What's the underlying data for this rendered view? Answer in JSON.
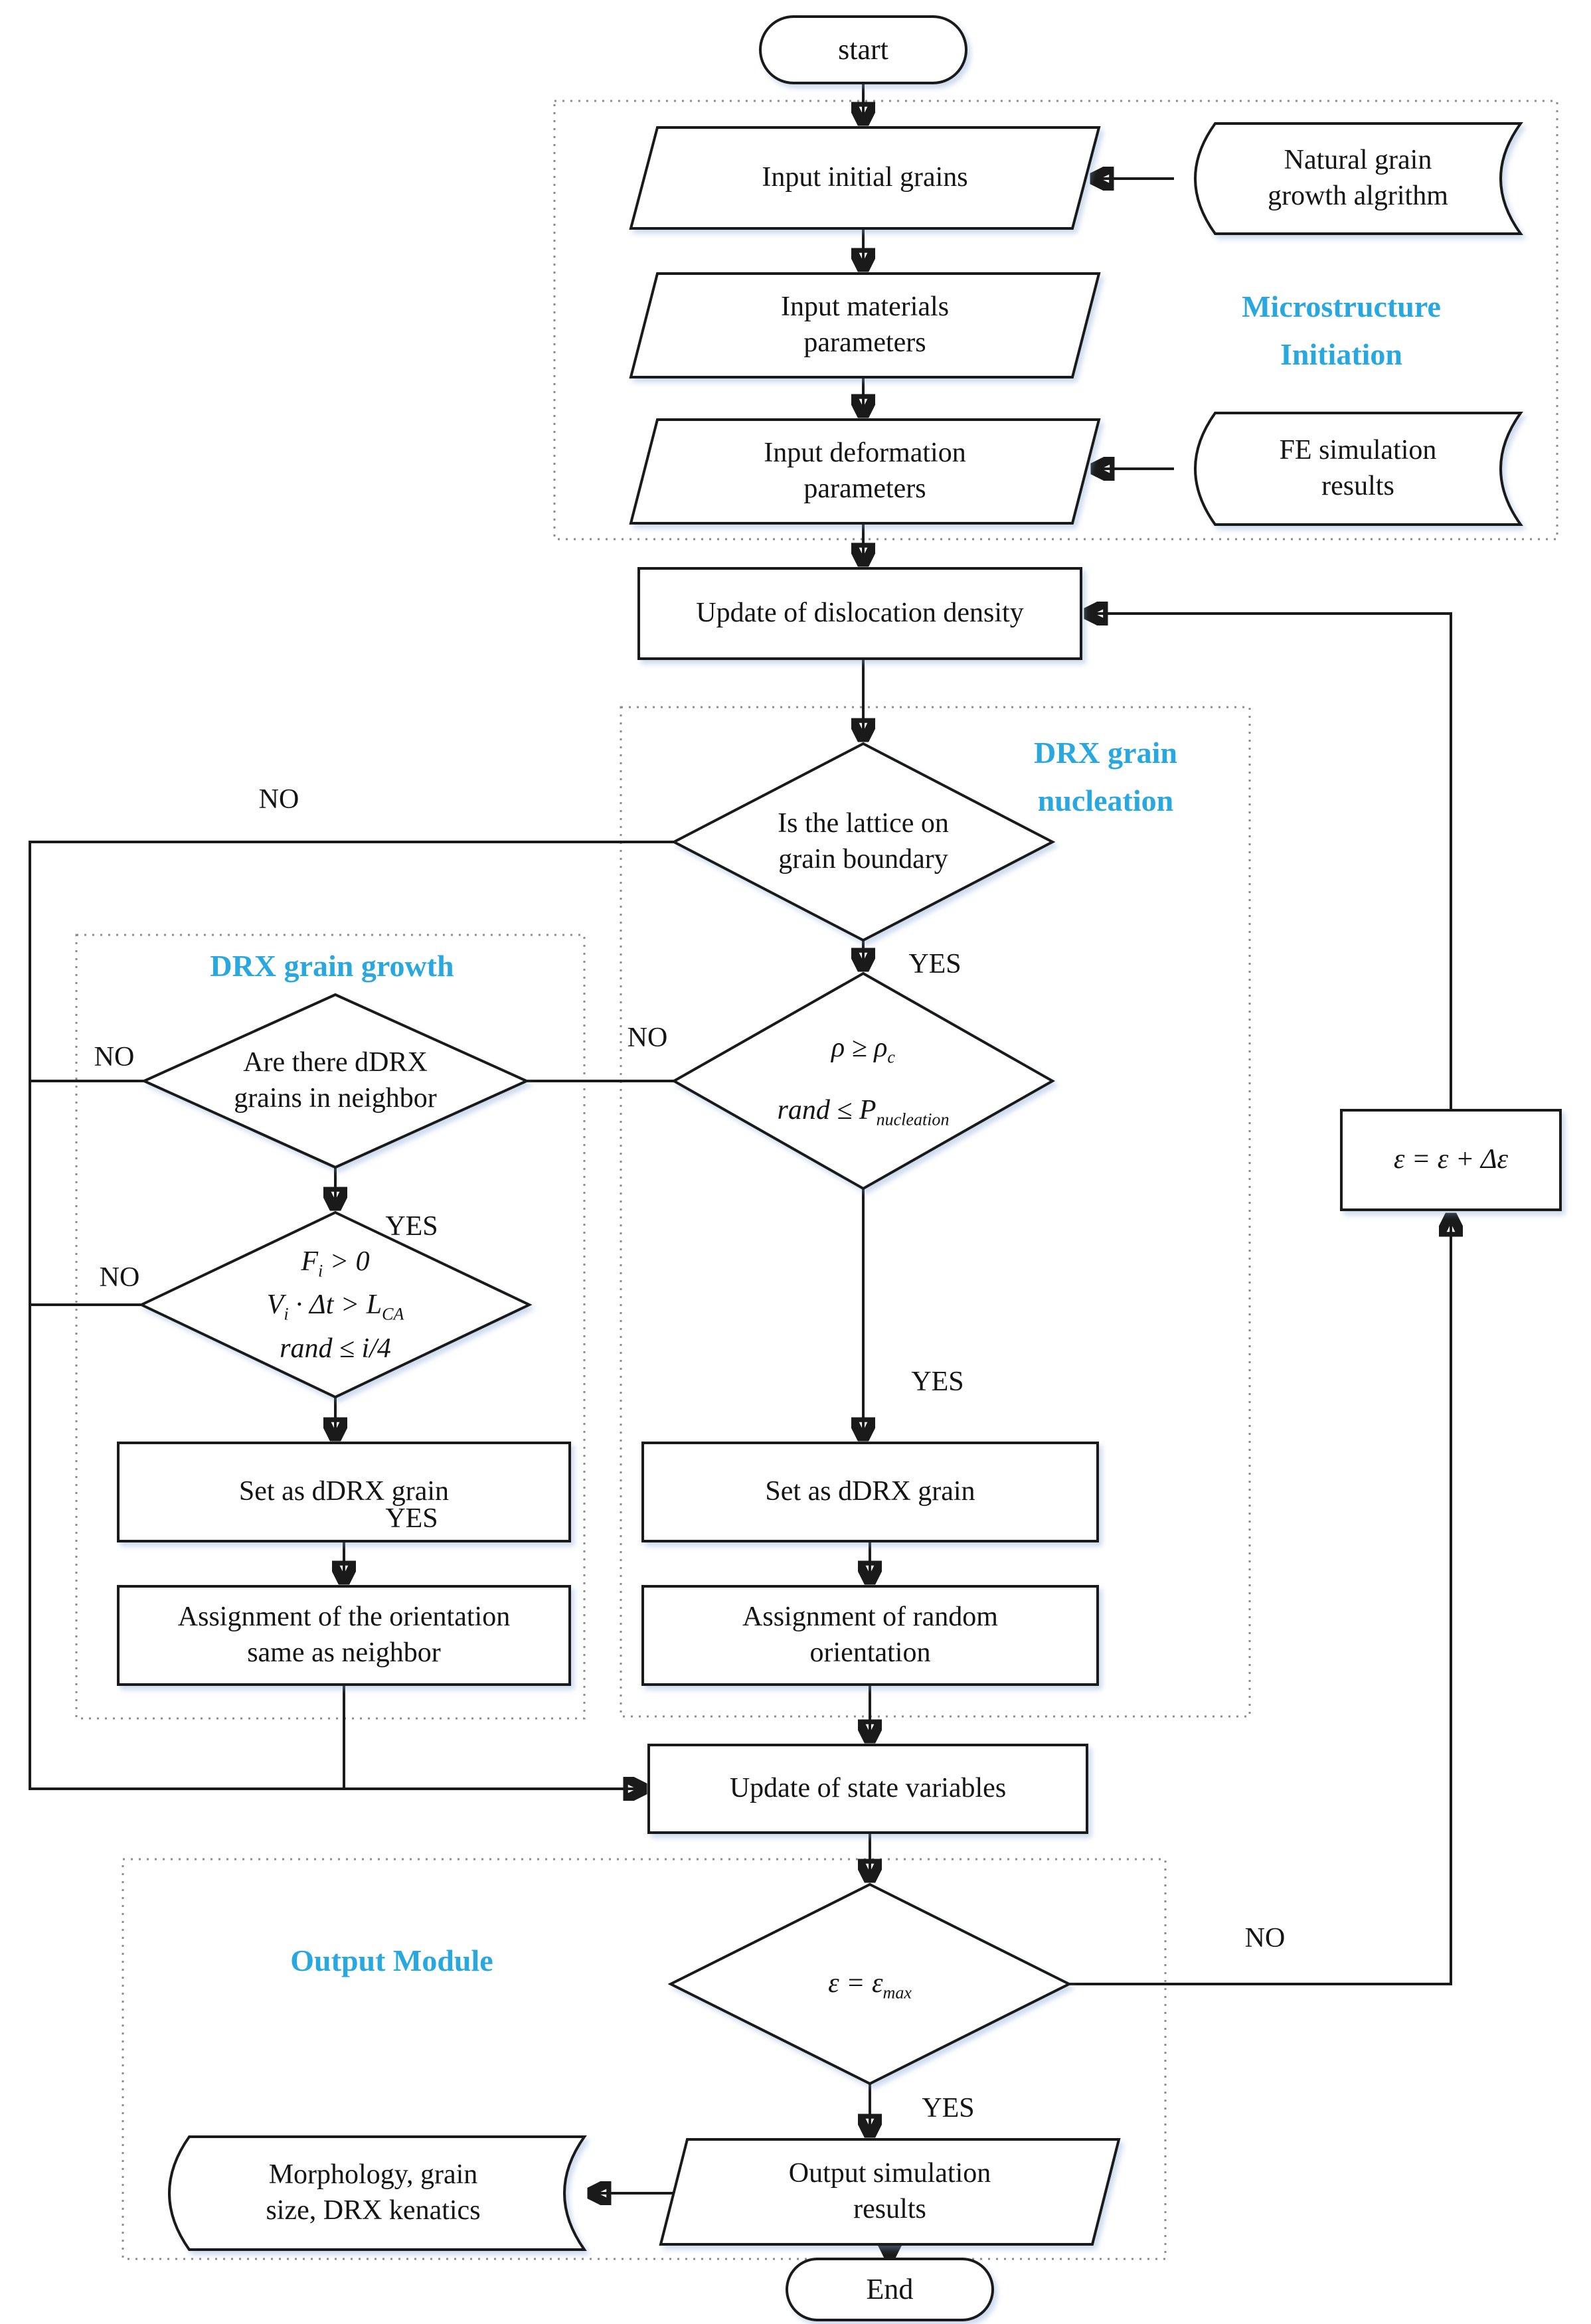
{
  "flowchart": {
    "terminals": {
      "start": "start",
      "end": "End"
    },
    "microstructure_initiation": {
      "label": "Microstructure\nInitiation",
      "input_initial_grains": "Input initial grains",
      "natural_grain_growth": "Natural grain\ngrowth algrithm",
      "input_materials": "Input materials\nparameters",
      "input_deformation": "Input deformation\nparameters",
      "fe_simulation": "FE simulation\nresults"
    },
    "update_dislocation": "Update of dislocation density",
    "drx_nucleation": {
      "label": "DRX grain\nnucleation",
      "lattice_decision": "Is the lattice on\ngrain boundary",
      "rho_line": {
        "base": "ρ ≥ ρ",
        "sub": "c"
      },
      "rand_line": {
        "base": "rand ≤ P",
        "sub": "nucleation"
      },
      "set_grain": "Set as dDRX grain",
      "assign_random": "Assignment of random\norientation"
    },
    "drx_growth": {
      "label": "DRX grain growth",
      "neighbor_decision": "Are there dDRX\ngrains in neighbor",
      "f_line": {
        "base": "F",
        "sub": "i",
        "rest": " > 0"
      },
      "v_line": {
        "a": "V",
        "asub": "i",
        "b": " · Δt > L",
        "bsub": "CA"
      },
      "rand_line": "rand ≤ i/4",
      "set_grain": "Set as dDRX grain",
      "assign_neighbor": "Assignment of the orientation\nsame as neighbor"
    },
    "update_state": "Update of state variables",
    "strain_increment": "ε = ε + Δε",
    "output_module": {
      "label": "Output Module",
      "strain_decision": {
        "base": "ε = ε",
        "sub": "max"
      },
      "output_results": "Output simulation\nresults",
      "morphology": "Morphology, grain\nsize, DRX kenatics"
    },
    "branch_labels": {
      "yes": "YES",
      "no": "NO"
    },
    "colors": {
      "accent": "#29a8e0",
      "line": "#1a1a1a"
    }
  }
}
